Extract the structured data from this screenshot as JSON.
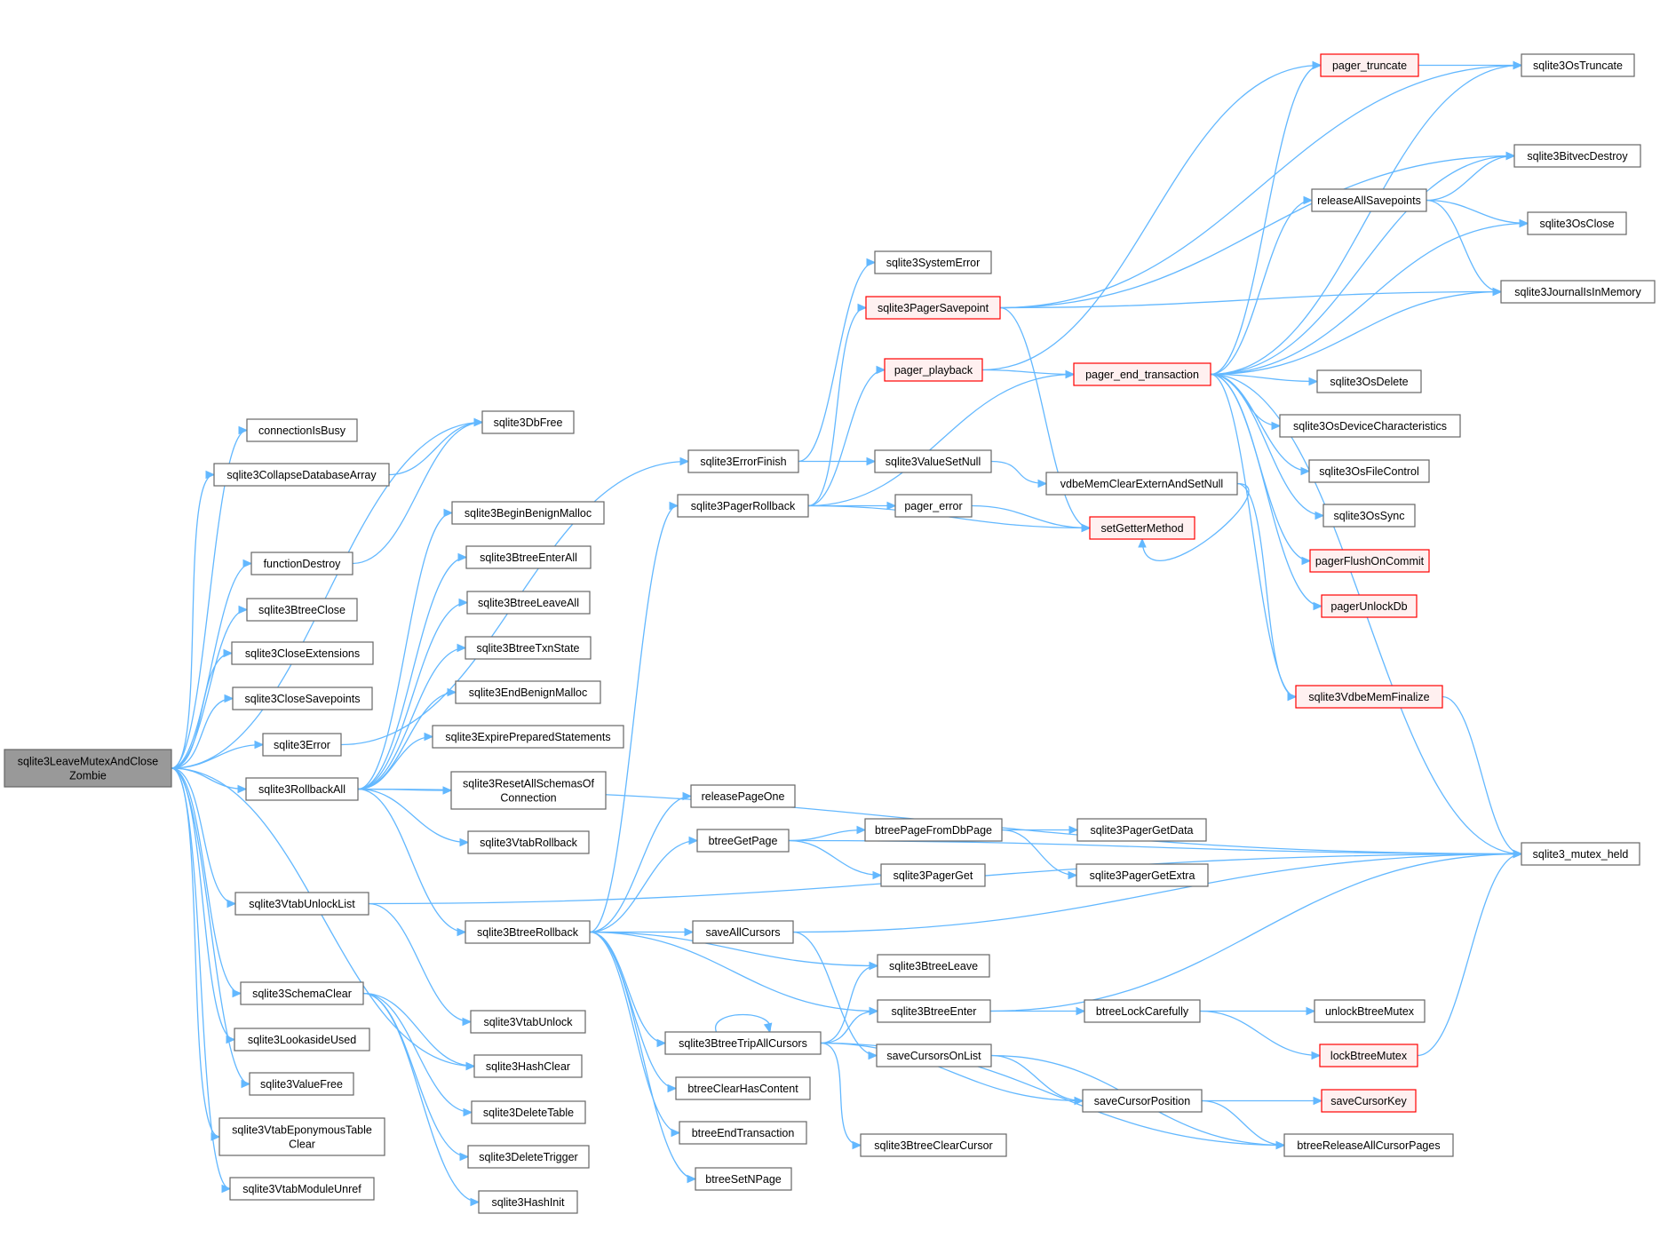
{
  "graph": {
    "edge_color": "#63b8ff",
    "node_border_color": "#666666",
    "highlight_border_color": "#ff0000",
    "root_fill_color": "#999999",
    "nodes": [
      {
        "id": "root",
        "lines": [
          "sqlite3LeaveMutexAndClose",
          "Zombie"
        ],
        "style": "root"
      },
      {
        "id": "connectionIsBusy",
        "lines": [
          "connectionIsBusy"
        ],
        "style": "normal"
      },
      {
        "id": "sqlite3CollapseDatabaseArray",
        "lines": [
          "sqlite3CollapseDatabaseArray"
        ],
        "style": "normal"
      },
      {
        "id": "functionDestroy",
        "lines": [
          "functionDestroy"
        ],
        "style": "normal"
      },
      {
        "id": "sqlite3BtreeClose",
        "lines": [
          "sqlite3BtreeClose"
        ],
        "style": "normal"
      },
      {
        "id": "sqlite3CloseExtensions",
        "lines": [
          "sqlite3CloseExtensions"
        ],
        "style": "normal"
      },
      {
        "id": "sqlite3CloseSavepoints",
        "lines": [
          "sqlite3CloseSavepoints"
        ],
        "style": "normal"
      },
      {
        "id": "sqlite3Error",
        "lines": [
          "sqlite3Error"
        ],
        "style": "normal"
      },
      {
        "id": "sqlite3RollbackAll",
        "lines": [
          "sqlite3RollbackAll"
        ],
        "style": "normal"
      },
      {
        "id": "sqlite3VtabUnlockList",
        "lines": [
          "sqlite3VtabUnlockList"
        ],
        "style": "normal"
      },
      {
        "id": "sqlite3SchemaClear",
        "lines": [
          "sqlite3SchemaClear"
        ],
        "style": "normal"
      },
      {
        "id": "sqlite3LookasideUsed",
        "lines": [
          "sqlite3LookasideUsed"
        ],
        "style": "normal"
      },
      {
        "id": "sqlite3ValueFree",
        "lines": [
          "sqlite3ValueFree"
        ],
        "style": "normal"
      },
      {
        "id": "sqlite3VtabEponymousTableClear",
        "lines": [
          "sqlite3VtabEponymousTable",
          "Clear"
        ],
        "style": "normal"
      },
      {
        "id": "sqlite3VtabModuleUnref",
        "lines": [
          "sqlite3VtabModuleUnref"
        ],
        "style": "normal"
      },
      {
        "id": "sqlite3DbFree",
        "lines": [
          "sqlite3DbFree"
        ],
        "style": "normal"
      },
      {
        "id": "sqlite3BeginBenignMalloc",
        "lines": [
          "sqlite3BeginBenignMalloc"
        ],
        "style": "normal"
      },
      {
        "id": "sqlite3BtreeEnterAll",
        "lines": [
          "sqlite3BtreeEnterAll"
        ],
        "style": "normal"
      },
      {
        "id": "sqlite3BtreeLeaveAll",
        "lines": [
          "sqlite3BtreeLeaveAll"
        ],
        "style": "normal"
      },
      {
        "id": "sqlite3BtreeTxnState",
        "lines": [
          "sqlite3BtreeTxnState"
        ],
        "style": "normal"
      },
      {
        "id": "sqlite3EndBenignMalloc",
        "lines": [
          "sqlite3EndBenignMalloc"
        ],
        "style": "normal"
      },
      {
        "id": "sqlite3ExpirePreparedStatements",
        "lines": [
          "sqlite3ExpirePreparedStatements"
        ],
        "style": "normal"
      },
      {
        "id": "sqlite3ResetAllSchemasOfConnection",
        "lines": [
          "sqlite3ResetAllSchemasOf",
          "Connection"
        ],
        "style": "normal"
      },
      {
        "id": "sqlite3VtabRollback",
        "lines": [
          "sqlite3VtabRollback"
        ],
        "style": "normal"
      },
      {
        "id": "sqlite3BtreeRollback",
        "lines": [
          "sqlite3BtreeRollback"
        ],
        "style": "normal"
      },
      {
        "id": "sqlite3VtabUnlock",
        "lines": [
          "sqlite3VtabUnlock"
        ],
        "style": "normal"
      },
      {
        "id": "sqlite3HashClear",
        "lines": [
          "sqlite3HashClear"
        ],
        "style": "normal"
      },
      {
        "id": "sqlite3DeleteTable",
        "lines": [
          "sqlite3DeleteTable"
        ],
        "style": "normal"
      },
      {
        "id": "sqlite3DeleteTrigger",
        "lines": [
          "sqlite3DeleteTrigger"
        ],
        "style": "normal"
      },
      {
        "id": "sqlite3HashInit",
        "lines": [
          "sqlite3HashInit"
        ],
        "style": "normal"
      },
      {
        "id": "sqlite3ErrorFinish",
        "lines": [
          "sqlite3ErrorFinish"
        ],
        "style": "normal"
      },
      {
        "id": "sqlite3PagerRollback",
        "lines": [
          "sqlite3PagerRollback"
        ],
        "style": "normal"
      },
      {
        "id": "releasePageOne",
        "lines": [
          "releasePageOne"
        ],
        "style": "normal"
      },
      {
        "id": "btreeGetPage",
        "lines": [
          "btreeGetPage"
        ],
        "style": "normal"
      },
      {
        "id": "saveAllCursors",
        "lines": [
          "saveAllCursors"
        ],
        "style": "normal"
      },
      {
        "id": "sqlite3BtreeTripAllCursors",
        "lines": [
          "sqlite3BtreeTripAllCursors"
        ],
        "style": "normal"
      },
      {
        "id": "btreeClearHasContent",
        "lines": [
          "btreeClearHasContent"
        ],
        "style": "normal"
      },
      {
        "id": "btreeEndTransaction",
        "lines": [
          "btreeEndTransaction"
        ],
        "style": "normal"
      },
      {
        "id": "btreeSetNPage",
        "lines": [
          "btreeSetNPage"
        ],
        "style": "normal"
      },
      {
        "id": "sqlite3SystemError",
        "lines": [
          "sqlite3SystemError"
        ],
        "style": "normal"
      },
      {
        "id": "sqlite3PagerSavepoint",
        "lines": [
          "sqlite3PagerSavepoint"
        ],
        "style": "red"
      },
      {
        "id": "pager_playback",
        "lines": [
          "pager_playback"
        ],
        "style": "red"
      },
      {
        "id": "sqlite3ValueSetNull",
        "lines": [
          "sqlite3ValueSetNull"
        ],
        "style": "normal"
      },
      {
        "id": "pager_error",
        "lines": [
          "pager_error"
        ],
        "style": "normal"
      },
      {
        "id": "btreePageFromDbPage",
        "lines": [
          "btreePageFromDbPage"
        ],
        "style": "normal"
      },
      {
        "id": "sqlite3PagerGet",
        "lines": [
          "sqlite3PagerGet"
        ],
        "style": "normal"
      },
      {
        "id": "sqlite3BtreeLeave",
        "lines": [
          "sqlite3BtreeLeave"
        ],
        "style": "normal"
      },
      {
        "id": "sqlite3BtreeEnter",
        "lines": [
          "sqlite3BtreeEnter"
        ],
        "style": "normal"
      },
      {
        "id": "saveCursorsOnList",
        "lines": [
          "saveCursorsOnList"
        ],
        "style": "normal"
      },
      {
        "id": "sqlite3BtreeClearCursor",
        "lines": [
          "sqlite3BtreeClearCursor"
        ],
        "style": "normal"
      },
      {
        "id": "vdbeMemClearExternAndSetNull",
        "lines": [
          "vdbeMemClearExternAndSetNull"
        ],
        "style": "normal"
      },
      {
        "id": "setGetterMethod",
        "lines": [
          "setGetterMethod"
        ],
        "style": "red"
      },
      {
        "id": "pager_end_transaction",
        "lines": [
          "pager_end_transaction"
        ],
        "style": "red"
      },
      {
        "id": "sqlite3PagerGetData",
        "lines": [
          "sqlite3PagerGetData"
        ],
        "style": "normal"
      },
      {
        "id": "sqlite3PagerGetExtra",
        "lines": [
          "sqlite3PagerGetExtra"
        ],
        "style": "normal"
      },
      {
        "id": "btreeLockCarefully",
        "lines": [
          "btreeLockCarefully"
        ],
        "style": "normal"
      },
      {
        "id": "saveCursorPosition",
        "lines": [
          "saveCursorPosition"
        ],
        "style": "normal"
      },
      {
        "id": "pager_truncate",
        "lines": [
          "pager_truncate"
        ],
        "style": "red"
      },
      {
        "id": "releaseAllSavepoints",
        "lines": [
          "releaseAllSavepoints"
        ],
        "style": "normal"
      },
      {
        "id": "sqlite3OsDelete",
        "lines": [
          "sqlite3OsDelete"
        ],
        "style": "normal"
      },
      {
        "id": "sqlite3OsDeviceCharacteristics",
        "lines": [
          "sqlite3OsDeviceCharacteristics"
        ],
        "style": "normal"
      },
      {
        "id": "sqlite3OsFileControl",
        "lines": [
          "sqlite3OsFileControl"
        ],
        "style": "normal"
      },
      {
        "id": "sqlite3OsSync",
        "lines": [
          "sqlite3OsSync"
        ],
        "style": "normal"
      },
      {
        "id": "pagerFlushOnCommit",
        "lines": [
          "pagerFlushOnCommit"
        ],
        "style": "red"
      },
      {
        "id": "pagerUnlockDb",
        "lines": [
          "pagerUnlockDb"
        ],
        "style": "red"
      },
      {
        "id": "sqlite3VdbeMemFinalize",
        "lines": [
          "sqlite3VdbeMemFinalize"
        ],
        "style": "red"
      },
      {
        "id": "unlockBtreeMutex",
        "lines": [
          "unlockBtreeMutex"
        ],
        "style": "normal"
      },
      {
        "id": "lockBtreeMutex",
        "lines": [
          "lockBtreeMutex"
        ],
        "style": "red"
      },
      {
        "id": "saveCursorKey",
        "lines": [
          "saveCursorKey"
        ],
        "style": "red"
      },
      {
        "id": "btreeReleaseAllCursorPages",
        "lines": [
          "btreeReleaseAllCursorPages"
        ],
        "style": "normal"
      },
      {
        "id": "sqlite3OsTruncate",
        "lines": [
          "sqlite3OsTruncate"
        ],
        "style": "normal"
      },
      {
        "id": "sqlite3BitvecDestroy",
        "lines": [
          "sqlite3BitvecDestroy"
        ],
        "style": "normal"
      },
      {
        "id": "sqlite3OsClose",
        "lines": [
          "sqlite3OsClose"
        ],
        "style": "normal"
      },
      {
        "id": "sqlite3JournalIsInMemory",
        "lines": [
          "sqlite3JournalIsInMemory"
        ],
        "style": "normal"
      },
      {
        "id": "sqlite3_mutex_held",
        "lines": [
          "sqlite3_mutex_held"
        ],
        "style": "normal"
      }
    ],
    "edges": [
      [
        "root",
        "connectionIsBusy"
      ],
      [
        "root",
        "sqlite3CollapseDatabaseArray"
      ],
      [
        "root",
        "functionDestroy"
      ],
      [
        "root",
        "sqlite3BtreeClose"
      ],
      [
        "root",
        "sqlite3CloseExtensions"
      ],
      [
        "root",
        "sqlite3CloseSavepoints"
      ],
      [
        "root",
        "sqlite3Error"
      ],
      [
        "root",
        "sqlite3RollbackAll"
      ],
      [
        "root",
        "sqlite3VtabUnlockList"
      ],
      [
        "root",
        "sqlite3SchemaClear"
      ],
      [
        "root",
        "sqlite3LookasideUsed"
      ],
      [
        "root",
        "sqlite3ValueFree"
      ],
      [
        "root",
        "sqlite3VtabEponymousTableClear"
      ],
      [
        "root",
        "sqlite3VtabModuleUnref"
      ],
      [
        "root",
        "sqlite3DbFree"
      ],
      [
        "root",
        "sqlite3HashClear"
      ],
      [
        "sqlite3CollapseDatabaseArray",
        "sqlite3DbFree"
      ],
      [
        "functionDestroy",
        "sqlite3DbFree"
      ],
      [
        "sqlite3Error",
        "sqlite3ErrorFinish"
      ],
      [
        "sqlite3RollbackAll",
        "sqlite3BeginBenignMalloc"
      ],
      [
        "sqlite3RollbackAll",
        "sqlite3BtreeEnterAll"
      ],
      [
        "sqlite3RollbackAll",
        "sqlite3BtreeLeaveAll"
      ],
      [
        "sqlite3RollbackAll",
        "sqlite3BtreeTxnState"
      ],
      [
        "sqlite3RollbackAll",
        "sqlite3EndBenignMalloc"
      ],
      [
        "sqlite3RollbackAll",
        "sqlite3ExpirePreparedStatements"
      ],
      [
        "sqlite3RollbackAll",
        "sqlite3ResetAllSchemasOfConnection"
      ],
      [
        "sqlite3RollbackAll",
        "sqlite3VtabRollback"
      ],
      [
        "sqlite3RollbackAll",
        "sqlite3BtreeRollback"
      ],
      [
        "sqlite3RollbackAll",
        "sqlite3_mutex_held"
      ],
      [
        "sqlite3VtabUnlockList",
        "sqlite3VtabUnlock"
      ],
      [
        "sqlite3VtabUnlockList",
        "sqlite3_mutex_held"
      ],
      [
        "sqlite3SchemaClear",
        "sqlite3HashClear"
      ],
      [
        "sqlite3SchemaClear",
        "sqlite3DeleteTable"
      ],
      [
        "sqlite3SchemaClear",
        "sqlite3DeleteTrigger"
      ],
      [
        "sqlite3SchemaClear",
        "sqlite3HashInit"
      ],
      [
        "sqlite3ErrorFinish",
        "sqlite3SystemError"
      ],
      [
        "sqlite3ErrorFinish",
        "sqlite3ValueSetNull"
      ],
      [
        "sqlite3BtreeRollback",
        "sqlite3PagerRollback"
      ],
      [
        "sqlite3BtreeRollback",
        "releasePageOne"
      ],
      [
        "sqlite3BtreeRollback",
        "btreeGetPage"
      ],
      [
        "sqlite3BtreeRollback",
        "saveAllCursors"
      ],
      [
        "sqlite3BtreeRollback",
        "sqlite3BtreeTripAllCursors"
      ],
      [
        "sqlite3BtreeRollback",
        "btreeClearHasContent"
      ],
      [
        "sqlite3BtreeRollback",
        "btreeEndTransaction"
      ],
      [
        "sqlite3BtreeRollback",
        "btreeSetNPage"
      ],
      [
        "sqlite3BtreeRollback",
        "sqlite3BtreeLeave"
      ],
      [
        "sqlite3BtreeRollback",
        "sqlite3BtreeEnter"
      ],
      [
        "sqlite3PagerRollback",
        "sqlite3PagerSavepoint"
      ],
      [
        "sqlite3PagerRollback",
        "pager_playback"
      ],
      [
        "sqlite3PagerRollback",
        "pager_end_transaction"
      ],
      [
        "sqlite3PagerRollback",
        "pager_error"
      ],
      [
        "sqlite3PagerRollback",
        "setGetterMethod"
      ],
      [
        "btreeGetPage",
        "btreePageFromDbPage"
      ],
      [
        "btreeGetPage",
        "sqlite3PagerGet"
      ],
      [
        "btreeGetPage",
        "sqlite3_mutex_held"
      ],
      [
        "btreePageFromDbPage",
        "sqlite3PagerGetData"
      ],
      [
        "btreePageFromDbPage",
        "sqlite3PagerGetExtra"
      ],
      [
        "saveAllCursors",
        "saveCursorsOnList"
      ],
      [
        "saveAllCursors",
        "sqlite3_mutex_held"
      ],
      [
        "sqlite3BtreeTripAllCursors",
        "sqlite3BtreeTripAllCursors"
      ],
      [
        "sqlite3BtreeTripAllCursors",
        "sqlite3BtreeLeave"
      ],
      [
        "sqlite3BtreeTripAllCursors",
        "sqlite3BtreeEnter"
      ],
      [
        "sqlite3BtreeTripAllCursors",
        "saveCursorPosition"
      ],
      [
        "sqlite3BtreeTripAllCursors",
        "sqlite3BtreeClearCursor"
      ],
      [
        "sqlite3BtreeTripAllCursors",
        "btreeReleaseAllCursorPages"
      ],
      [
        "sqlite3BtreeEnter",
        "btreeLockCarefully"
      ],
      [
        "sqlite3BtreeEnter",
        "sqlite3_mutex_held"
      ],
      [
        "btreeLockCarefully",
        "unlockBtreeMutex"
      ],
      [
        "btreeLockCarefully",
        "lockBtreeMutex"
      ],
      [
        "lockBtreeMutex",
        "sqlite3_mutex_held"
      ],
      [
        "saveCursorsOnList",
        "saveCursorPosition"
      ],
      [
        "saveCursorsOnList",
        "btreeReleaseAllCursorPages"
      ],
      [
        "saveCursorPosition",
        "saveCursorKey"
      ],
      [
        "saveCursorPosition",
        "btreeReleaseAllCursorPages"
      ],
      [
        "sqlite3ValueSetNull",
        "vdbeMemClearExternAndSetNull"
      ],
      [
        "vdbeMemClearExternAndSetNull",
        "setGetterMethod"
      ],
      [
        "vdbeMemClearExternAndSetNull",
        "sqlite3VdbeMemFinalize"
      ],
      [
        "pager_error",
        "setGetterMethod"
      ],
      [
        "pager_playback",
        "pager_end_transaction"
      ],
      [
        "pager_playback",
        "pager_truncate"
      ],
      [
        "sqlite3PagerSavepoint",
        "sqlite3OsTruncate"
      ],
      [
        "sqlite3PagerSavepoint",
        "sqlite3BitvecDestroy"
      ],
      [
        "sqlite3PagerSavepoint",
        "sqlite3JournalIsInMemory"
      ],
      [
        "sqlite3PagerSavepoint",
        "setGetterMethod"
      ],
      [
        "pager_end_transaction",
        "pager_truncate"
      ],
      [
        "pager_end_transaction",
        "releaseAllSavepoints"
      ],
      [
        "pager_end_transaction",
        "sqlite3BitvecDestroy"
      ],
      [
        "pager_end_transaction",
        "sqlite3OsClose"
      ],
      [
        "pager_end_transaction",
        "sqlite3JournalIsInMemory"
      ],
      [
        "pager_end_transaction",
        "sqlite3OsDelete"
      ],
      [
        "pager_end_transaction",
        "sqlite3OsDeviceCharacteristics"
      ],
      [
        "pager_end_transaction",
        "sqlite3OsFileControl"
      ],
      [
        "pager_end_transaction",
        "sqlite3OsSync"
      ],
      [
        "pager_end_transaction",
        "pagerFlushOnCommit"
      ],
      [
        "pager_end_transaction",
        "pagerUnlockDb"
      ],
      [
        "pager_end_transaction",
        "sqlite3VdbeMemFinalize"
      ],
      [
        "pager_end_transaction",
        "sqlite3_mutex_held"
      ],
      [
        "pager_end_transaction",
        "sqlite3OsTruncate"
      ],
      [
        "pager_truncate",
        "sqlite3OsTruncate"
      ],
      [
        "releaseAllSavepoints",
        "sqlite3BitvecDestroy"
      ],
      [
        "releaseAllSavepoints",
        "sqlite3OsClose"
      ],
      [
        "releaseAllSavepoints",
        "sqlite3JournalIsInMemory"
      ],
      [
        "sqlite3VdbeMemFinalize",
        "sqlite3_mutex_held"
      ]
    ]
  }
}
